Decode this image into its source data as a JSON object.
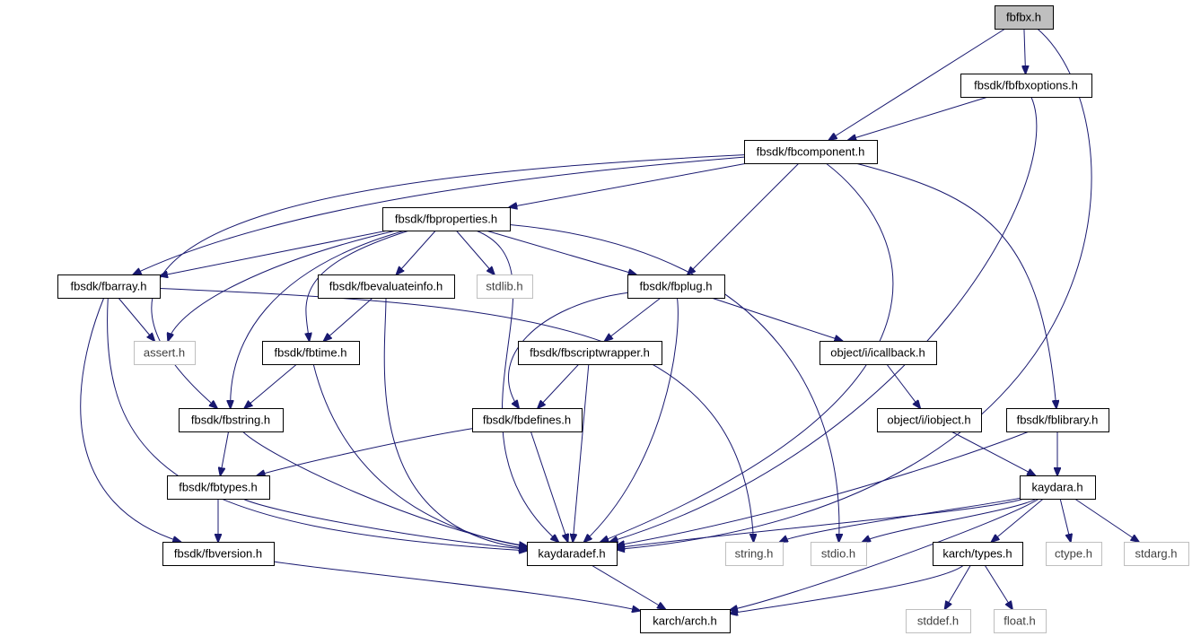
{
  "nodes": [
    {
      "id": "fbfbx",
      "label": "fbfbx.h",
      "kind": "root"
    },
    {
      "id": "fbfbxoptions",
      "label": "fbsdk/fbfbxoptions.h",
      "kind": "internal"
    },
    {
      "id": "fbcomponent",
      "label": "fbsdk/fbcomponent.h",
      "kind": "internal"
    },
    {
      "id": "fbproperties",
      "label": "fbsdk/fbproperties.h",
      "kind": "internal"
    },
    {
      "id": "fbarray",
      "label": "fbsdk/fbarray.h",
      "kind": "internal"
    },
    {
      "id": "fbevaluateinfo",
      "label": "fbsdk/fbevaluateinfo.h",
      "kind": "internal"
    },
    {
      "id": "stdlib",
      "label": "stdlib.h",
      "kind": "external"
    },
    {
      "id": "fbplug",
      "label": "fbsdk/fbplug.h",
      "kind": "internal"
    },
    {
      "id": "assert",
      "label": "assert.h",
      "kind": "external"
    },
    {
      "id": "fbtime",
      "label": "fbsdk/fbtime.h",
      "kind": "internal"
    },
    {
      "id": "fbscriptwrapper",
      "label": "fbsdk/fbscriptwrapper.h",
      "kind": "internal"
    },
    {
      "id": "icallback",
      "label": "object/i/icallback.h",
      "kind": "internal"
    },
    {
      "id": "fbstring",
      "label": "fbsdk/fbstring.h",
      "kind": "internal"
    },
    {
      "id": "fbdefines",
      "label": "fbsdk/fbdefines.h",
      "kind": "internal"
    },
    {
      "id": "iobject",
      "label": "object/i/iobject.h",
      "kind": "internal"
    },
    {
      "id": "fblibrary",
      "label": "fbsdk/fblibrary.h",
      "kind": "internal"
    },
    {
      "id": "fbtypes",
      "label": "fbsdk/fbtypes.h",
      "kind": "internal"
    },
    {
      "id": "kaydara",
      "label": "kaydara.h",
      "kind": "internal"
    },
    {
      "id": "fbversion",
      "label": "fbsdk/fbversion.h",
      "kind": "internal"
    },
    {
      "id": "kaydaradef",
      "label": "kaydaradef.h",
      "kind": "internal"
    },
    {
      "id": "string",
      "label": "string.h",
      "kind": "external"
    },
    {
      "id": "stdio",
      "label": "stdio.h",
      "kind": "external"
    },
    {
      "id": "karchtypes",
      "label": "karch/types.h",
      "kind": "internal"
    },
    {
      "id": "ctype",
      "label": "ctype.h",
      "kind": "external"
    },
    {
      "id": "stdarg",
      "label": "stdarg.h",
      "kind": "external"
    },
    {
      "id": "karcharch",
      "label": "karch/arch.h",
      "kind": "internal"
    },
    {
      "id": "stddef",
      "label": "stddef.h",
      "kind": "external"
    },
    {
      "id": "float",
      "label": "float.h",
      "kind": "external"
    }
  ],
  "edges": [
    {
      "from": "fbfbx",
      "to": "fbfbxoptions"
    },
    {
      "from": "fbfbx",
      "to": "fbcomponent"
    },
    {
      "from": "fbfbx",
      "to": "kaydaradef"
    },
    {
      "from": "fbfbxoptions",
      "to": "fbcomponent"
    },
    {
      "from": "fbfbxoptions",
      "to": "kaydaradef"
    },
    {
      "from": "fbcomponent",
      "to": "fbproperties"
    },
    {
      "from": "fbcomponent",
      "to": "fbarray"
    },
    {
      "from": "fbcomponent",
      "to": "fbstring"
    },
    {
      "from": "fbcomponent",
      "to": "fbplug"
    },
    {
      "from": "fbcomponent",
      "to": "kaydaradef"
    },
    {
      "from": "fbcomponent",
      "to": "fblibrary"
    },
    {
      "from": "fbproperties",
      "to": "fbarray"
    },
    {
      "from": "fbproperties",
      "to": "assert"
    },
    {
      "from": "fbproperties",
      "to": "fbstring"
    },
    {
      "from": "fbproperties",
      "to": "fbtime"
    },
    {
      "from": "fbproperties",
      "to": "fbevaluateinfo"
    },
    {
      "from": "fbproperties",
      "to": "stdlib"
    },
    {
      "from": "fbproperties",
      "to": "fbplug"
    },
    {
      "from": "fbproperties",
      "to": "kaydaradef"
    },
    {
      "from": "fbproperties",
      "to": "stdio"
    },
    {
      "from": "fbarray",
      "to": "assert"
    },
    {
      "from": "fbarray",
      "to": "fbversion"
    },
    {
      "from": "fbarray",
      "to": "kaydaradef"
    },
    {
      "from": "fbarray",
      "to": "string"
    },
    {
      "from": "fbevaluateinfo",
      "to": "fbtime"
    },
    {
      "from": "fbevaluateinfo",
      "to": "kaydaradef"
    },
    {
      "from": "fbplug",
      "to": "fbscriptwrapper"
    },
    {
      "from": "fbplug",
      "to": "fbdefines"
    },
    {
      "from": "fbplug",
      "to": "kaydaradef"
    },
    {
      "from": "fbplug",
      "to": "icallback"
    },
    {
      "from": "fbtime",
      "to": "fbstring"
    },
    {
      "from": "fbtime",
      "to": "kaydaradef"
    },
    {
      "from": "fbscriptwrapper",
      "to": "fbdefines"
    },
    {
      "from": "fbscriptwrapper",
      "to": "kaydaradef"
    },
    {
      "from": "icallback",
      "to": "iobject"
    },
    {
      "from": "fbstring",
      "to": "fbtypes"
    },
    {
      "from": "fbstring",
      "to": "kaydaradef"
    },
    {
      "from": "fbdefines",
      "to": "fbtypes"
    },
    {
      "from": "fbdefines",
      "to": "kaydaradef"
    },
    {
      "from": "iobject",
      "to": "kaydara"
    },
    {
      "from": "fblibrary",
      "to": "kaydara"
    },
    {
      "from": "fblibrary",
      "to": "kaydaradef"
    },
    {
      "from": "fbtypes",
      "to": "fbversion"
    },
    {
      "from": "fbtypes",
      "to": "kaydaradef"
    },
    {
      "from": "fbversion",
      "to": "karcharch"
    },
    {
      "from": "kaydaradef",
      "to": "karcharch"
    },
    {
      "from": "kaydara",
      "to": "kaydaradef"
    },
    {
      "from": "kaydara",
      "to": "string"
    },
    {
      "from": "kaydara",
      "to": "stdio"
    },
    {
      "from": "kaydara",
      "to": "karchtypes"
    },
    {
      "from": "kaydara",
      "to": "ctype"
    },
    {
      "from": "kaydara",
      "to": "stdarg"
    },
    {
      "from": "kaydara",
      "to": "karcharch"
    },
    {
      "from": "karchtypes",
      "to": "karcharch"
    },
    {
      "from": "karchtypes",
      "to": "stddef"
    },
    {
      "from": "karchtypes",
      "to": "float"
    }
  ],
  "colors": {
    "edge": "#191970",
    "root_fill": "#bfbfbf",
    "internal_border": "#000000",
    "external_border": "#bfbfbf"
  }
}
